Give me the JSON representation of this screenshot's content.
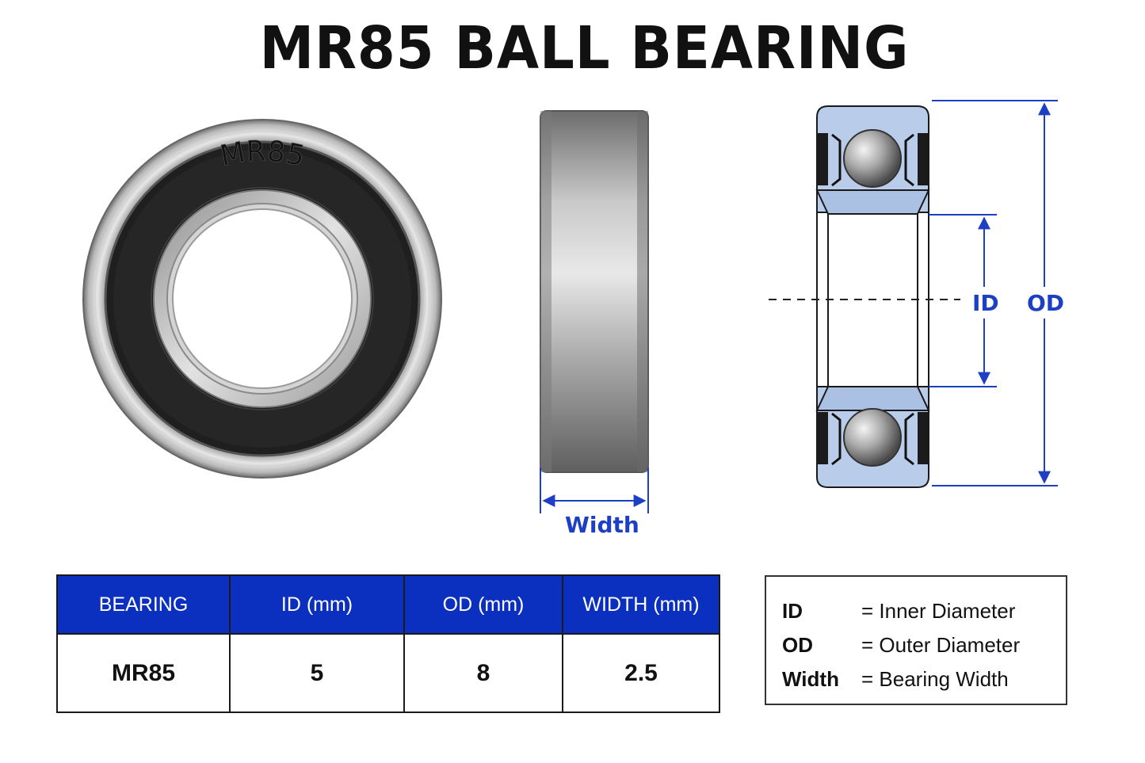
{
  "title": "MR85 BALL BEARING",
  "front_view": {
    "marking": "MR85"
  },
  "dimensions": {
    "width_label": "Width",
    "id_label": "ID",
    "od_label": "OD"
  },
  "table": {
    "headers": [
      "BEARING",
      "ID (mm)",
      "OD (mm)",
      "WIDTH (mm)"
    ],
    "row": [
      "MR85",
      "5",
      "8",
      "2.5"
    ]
  },
  "legend": [
    {
      "key": "ID",
      "value": "= Inner Diameter"
    },
    {
      "key": "OD",
      "value": "= Outer Diameter"
    },
    {
      "key": "Width",
      "value": "= Bearing Width"
    }
  ],
  "colors": {
    "accent": "#0b2fbf",
    "dimension": "#1d3fc4",
    "section_fill": "#b9cdea"
  }
}
